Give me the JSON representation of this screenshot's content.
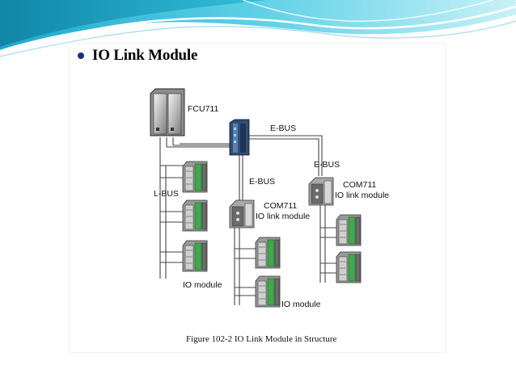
{
  "slide": {
    "heading": "IO Link Module"
  },
  "diagram": {
    "fcu_label": "FCU711",
    "ebus_top_label": "E-BUS",
    "ebus_right_label": "E-BUS",
    "ebus_mid_label": "E-BUS",
    "lbus_label": "L-BUS",
    "com_left_name": "COM711",
    "com_left_desc": "IO link module",
    "com_right_name": "COM711",
    "com_right_desc": "IO link module",
    "io_module_left_label": "IO module",
    "io_module_center_label": "IO module",
    "caption": "Figure 102-2 IO Link Module in Structure"
  },
  "colors": {
    "banner_teal": "#22b8d6",
    "banner_light": "#bfeef7",
    "bullet": "#1a2f7a",
    "module_green": "#3faa4a"
  },
  "icons": {
    "fcu": "fcu-controller-icon",
    "switch": "ethernet-switch-icon",
    "com": "io-link-module-icon",
    "io": "io-module-icon"
  }
}
